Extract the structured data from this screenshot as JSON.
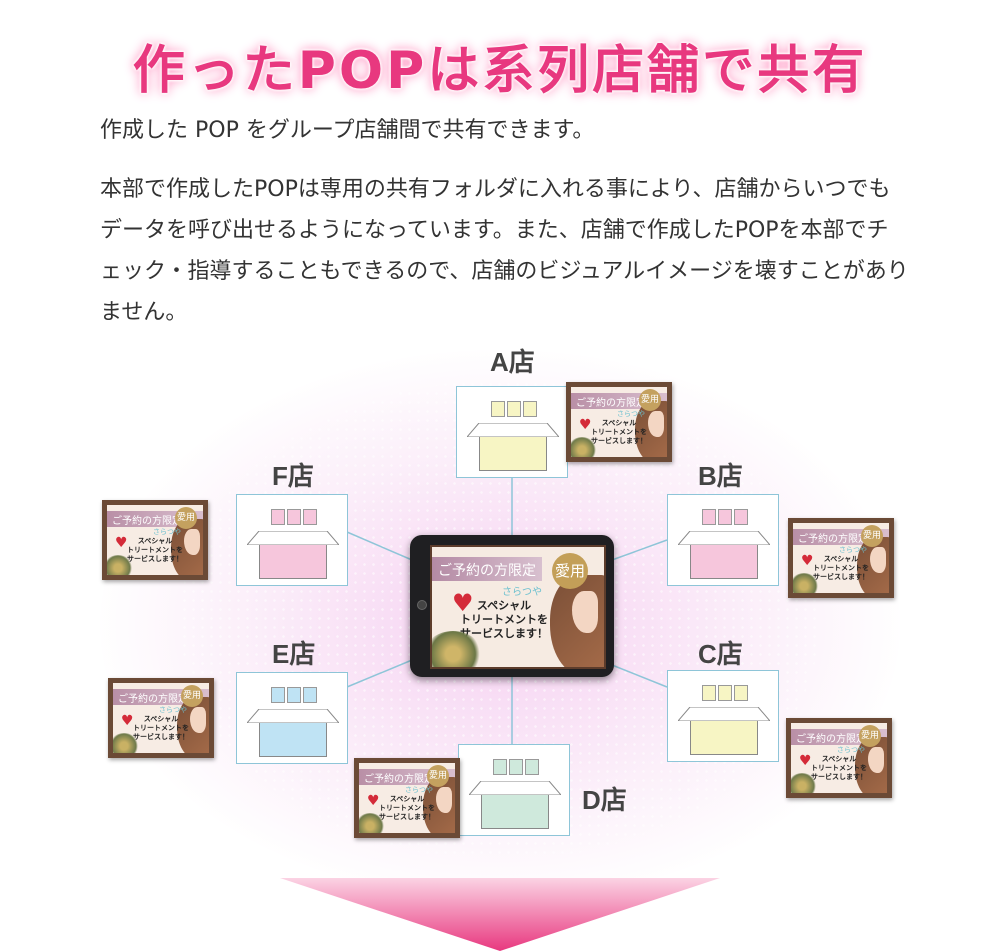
{
  "title": "作ったPOPは系列店舗で共有",
  "paragraphs": [
    "作成した POP をグループ店舗間で共有できます。",
    "本部で作成したPOPは専用の共有フォルダに入れる事により、店舗からいつでもデータを呼び出せるようになっています。また、店舗で作成したPOPを本部でチェック・指導することもできるので、店舗のビジュアルイメージを壊すことがありません。"
  ],
  "colors": {
    "title": "#e8387f",
    "store_a": "#f7f5c4",
    "store_b": "#f6c6dc",
    "store_c": "#f7f5c4",
    "store_d": "#cfe9dc",
    "store_e": "#bfe3f4",
    "store_f": "#f6c6dc",
    "line": "#8ec5d8",
    "arrow": "#e8387f"
  },
  "stores": [
    {
      "label": "A店"
    },
    {
      "label": "B店"
    },
    {
      "label": "C店"
    },
    {
      "label": "D店"
    },
    {
      "label": "E店"
    },
    {
      "label": "F店"
    }
  ],
  "pop": {
    "header": "ご予約の方限定",
    "badge": "愛用",
    "soft": "さらつや",
    "line1": "スペシャル",
    "line2": "トリートメントを",
    "line3": "サービスします！"
  }
}
